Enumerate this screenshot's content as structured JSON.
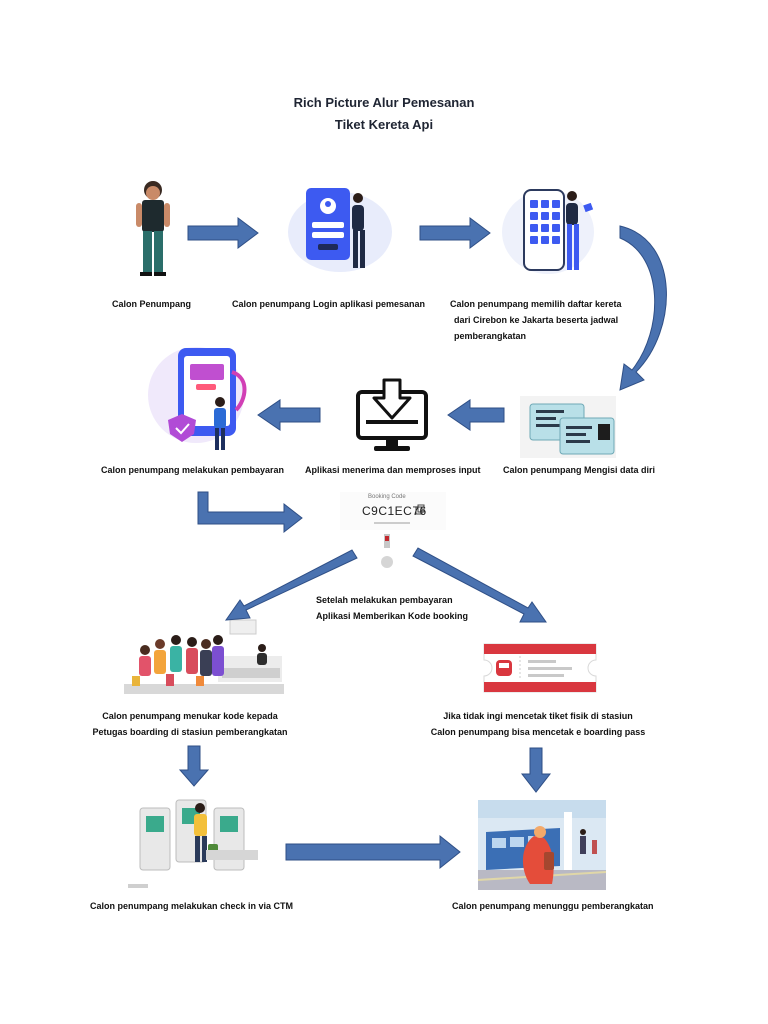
{
  "title": {
    "line1": "Rich Picture Alur Pemesanan",
    "line2": "Tiket Kereta Api"
  },
  "steps": {
    "passenger": "Calon Penumpang",
    "login": "Calon penumpang Login aplikasi pemesanan",
    "select_line1": "Calon penumpang memilih daftar kereta",
    "select_line2": "dari Cirebon ke Jakarta beserta jadwal",
    "select_line3": "pemberangkatan",
    "fill_data": "Calon penumpang Mengisi data diri",
    "process": "Aplikasi menerima dan memproses  input",
    "payment": "Calon penumpang melakukan pembayaran",
    "booking_line1": "Setelah melakukan pembayaran",
    "booking_line2": "Aplikasi Memberikan Kode booking",
    "exchange_line1": "Calon penumpang menukar kode  kepada",
    "exchange_line2": "Petugas boarding di stasiun pemberangkatan",
    "eboarding_line1": "Jika tidak ingi mencetak tiket fisik di stasiun",
    "eboarding_line2": "Calon penumpang bisa mencetak e boarding pass",
    "checkin": "Calon penumpang melakukan check in via CTM",
    "wait": "Calon penumpang menunggu pemberangkatan"
  },
  "booking": {
    "label": "Booking Code",
    "code": "C9C1EC76"
  },
  "colors": {
    "arrow": "#4a72b0",
    "arrow_edge": "#2f4f86",
    "illustration_blue": "#3d5af1",
    "ticket_red": "#d9373f"
  }
}
